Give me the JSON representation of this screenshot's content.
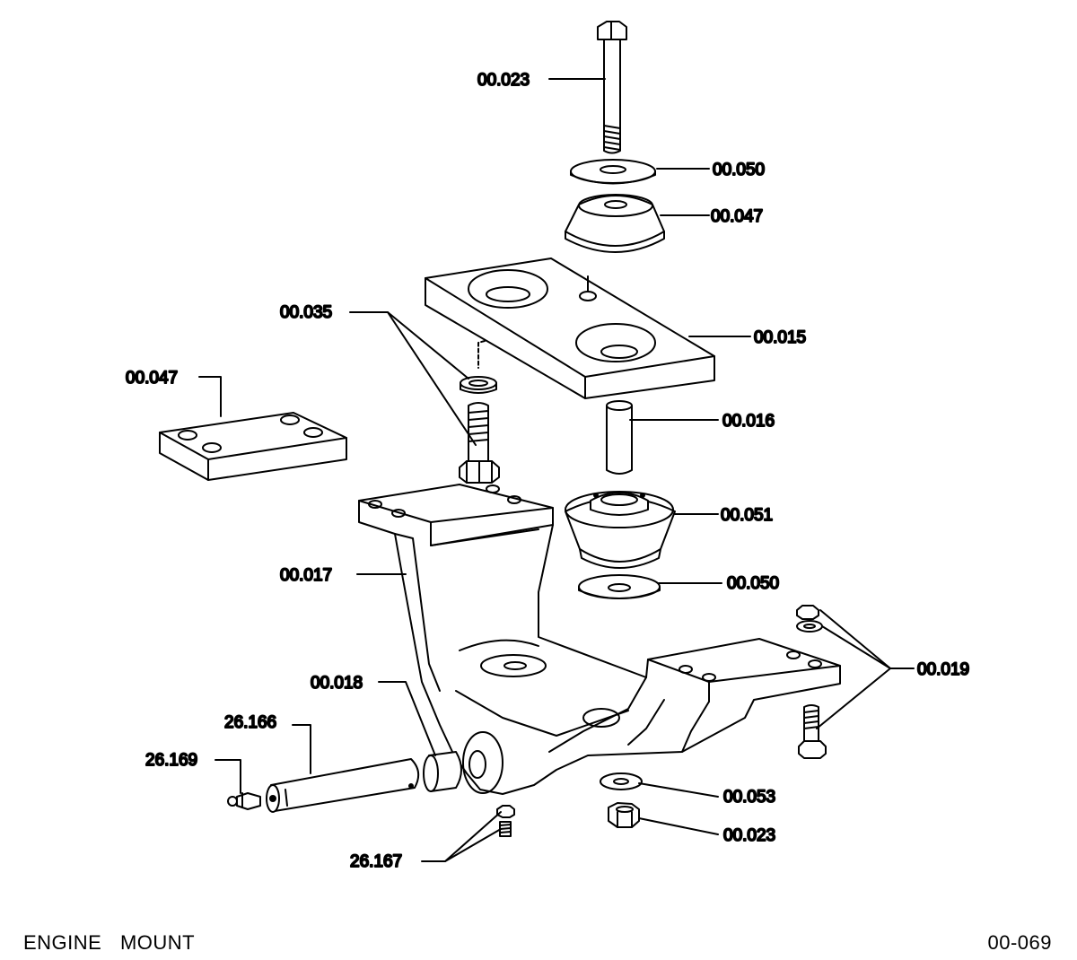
{
  "labels": {
    "bolt_top": "00.023",
    "washer_top": "00.050",
    "cushion_top": "00.047",
    "plate": "00.015",
    "bolt_nut_left": "00.035",
    "pad": "00.047",
    "sleeve": "00.016",
    "cushion_lower": "00.051",
    "washer_lower": "00.050",
    "bracket": "00.017",
    "nut_bolt_right": "00.019",
    "bushing": "00.018",
    "pin": "26.166",
    "grease_fitting": "26.169",
    "washer_bottom": "00.053",
    "nut_bottom": "00.023",
    "screw_nut": "26.167"
  },
  "footer": {
    "title": "ENGINE   MOUNT",
    "page": "00-069"
  }
}
